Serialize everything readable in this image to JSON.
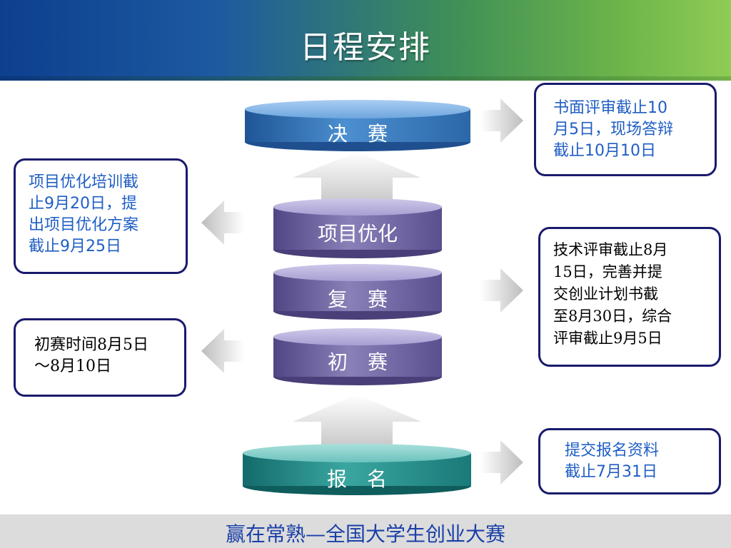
{
  "title": "日程安排",
  "stages": {
    "final": "决　赛",
    "optimize": "项目优化",
    "semi": "复　赛",
    "prelim": "初　赛",
    "signup": "报　名"
  },
  "notes": {
    "final_review": [
      "书面评审截止10",
      "月5日，现场答辩",
      "截止10月10日"
    ],
    "optimize_training": [
      "项目优化培训截",
      "止9月20日，提",
      "出项目优化方案",
      "截止9月25日"
    ],
    "semi_review": [
      "技术评审截止8月",
      "15日，完善并提",
      "交创业计划书截",
      "至8月30日，综合",
      "评审截止9月5日"
    ],
    "prelim_time": [
      "初赛时间8月5日",
      "～8月10日"
    ],
    "signup_deadline": [
      "提交报名资料",
      "截止7月31日"
    ]
  },
  "footer": "赢在常熟—全国大学生创业大赛",
  "colors": {
    "note_text_blue": "#1f5ec4",
    "note_text_black": "#000000",
    "box_border": "#1a1a6e",
    "footer_text": "#1a3fa8"
  }
}
